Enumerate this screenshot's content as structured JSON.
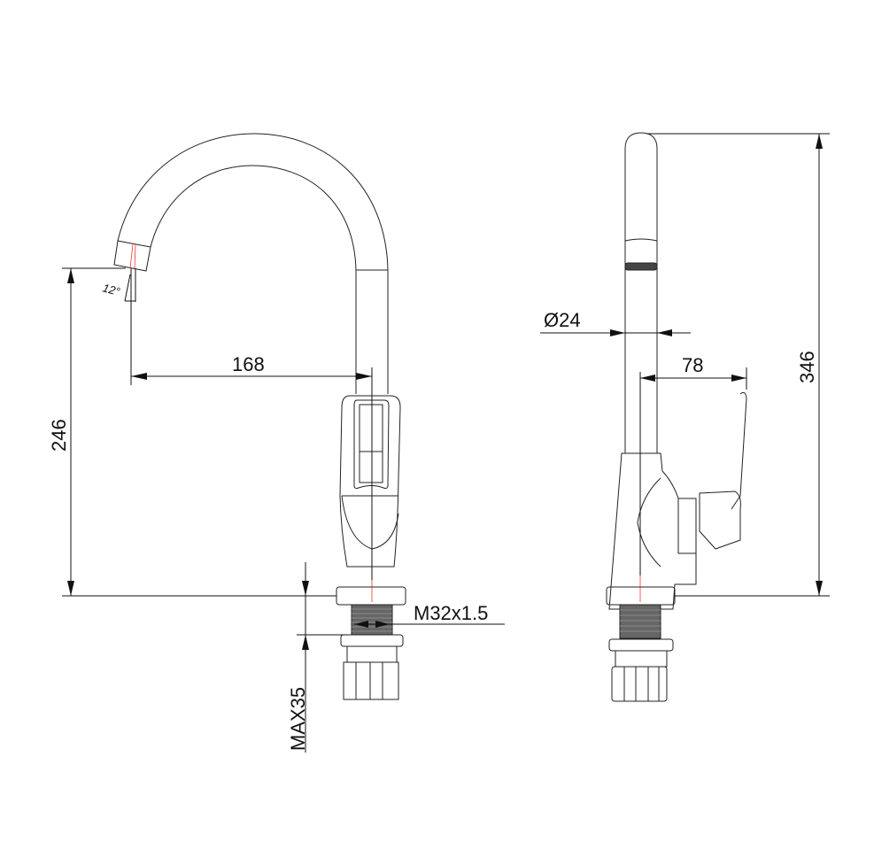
{
  "drawing": {
    "front_view": {
      "spout_reach": "168",
      "spout_height": "246",
      "spout_angle": "12°",
      "thread": "M32x1.5",
      "max_deck_thickness": "MAX35"
    },
    "side_view": {
      "tube_diameter": "Ø24",
      "handle_offset": "78",
      "total_height": "346"
    }
  }
}
